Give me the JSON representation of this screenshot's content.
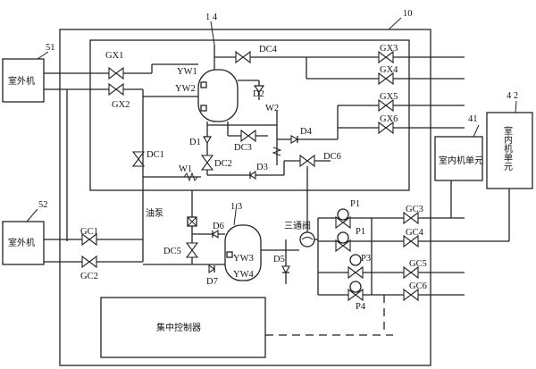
{
  "ref_numbers": {
    "system": "10",
    "tank": "1 4",
    "separator": "1 3",
    "outdoor_1": "51",
    "outdoor_2": "52",
    "indoor_1": "41",
    "indoor_2": "4 2"
  },
  "units": {
    "outdoor_1": "室外机",
    "outdoor_2": "室外机",
    "indoor_1": "室内机单元",
    "indoor_2": "室内机单元",
    "controller": "集中控制器"
  },
  "components": {
    "oil_pump": "油泵",
    "three_way_valve": "三通阀"
  },
  "valves": {
    "gx1": "GX1",
    "gx2": "GX2",
    "gx3": "GX3",
    "gx4": "GX4",
    "gx5": "GX5",
    "gx6": "GX6",
    "gc1": "GC1",
    "gc2": "GC2",
    "gc3": "GC3",
    "gc4": "GC4",
    "gc5": "GC5",
    "gc6": "GC6",
    "dc1": "DC1",
    "dc2": "DC2",
    "dc3": "DC3",
    "dc4": "DC4",
    "dc5": "DC5",
    "dc6": "DC6"
  },
  "diodes": {
    "d1": "D1",
    "d2": "D2",
    "d3": "D3",
    "d4": "D4",
    "d5": "D5",
    "d6": "D6",
    "d7": "D7"
  },
  "sensors": {
    "yw1": "YW1",
    "yw2": "YW2",
    "yw3": "YW3",
    "yw4": "YW4",
    "w1": "W1",
    "w2": "W2"
  },
  "pumps": {
    "p1a": "P1",
    "p1b": "P1",
    "p3": "P3",
    "p4": "P4"
  }
}
